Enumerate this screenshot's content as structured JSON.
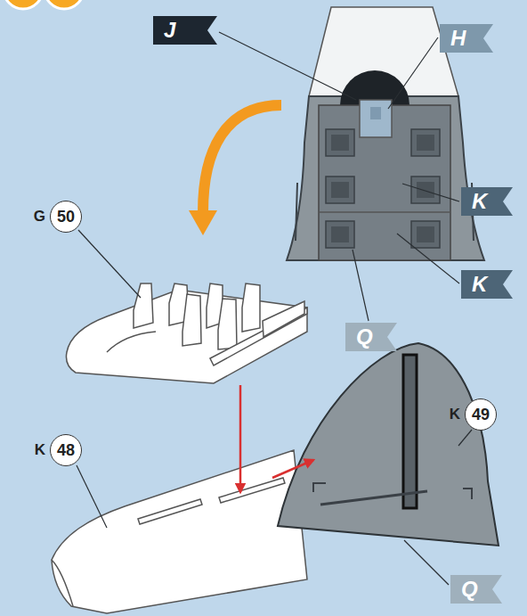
{
  "diagram": {
    "nodes": [
      {
        "text": [
          "J"
        ]
      },
      {
        "text": [
          "H"
        ]
      },
      {
        "text": [
          "G",
          "50"
        ]
      },
      {
        "text": [
          "K"
        ]
      },
      {
        "text": [
          "K"
        ]
      },
      {
        "text": [
          "Q"
        ]
      },
      {
        "text": [
          "K",
          "49"
        ]
      },
      {
        "text": [
          "K",
          "48"
        ]
      },
      {
        "text": [
          "Q"
        ]
      }
    ]
  }
}
